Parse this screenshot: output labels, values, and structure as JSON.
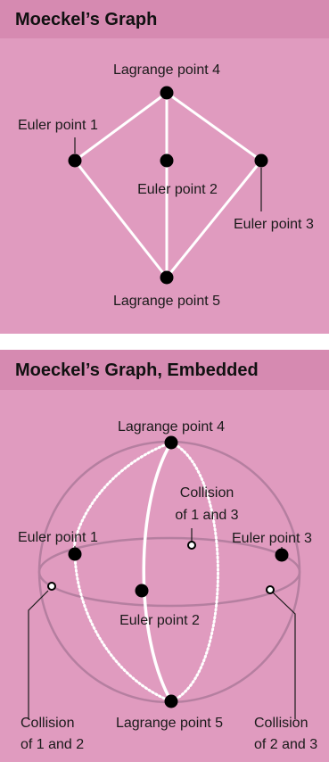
{
  "panel1": {
    "title": "Moeckel’s Graph",
    "labels": {
      "lagrange4": "Lagrange point 4",
      "euler1": "Euler point 1",
      "euler2": "Euler point 2",
      "euler3": "Euler point 3",
      "lagrange5": "Lagrange point 5"
    }
  },
  "panel2": {
    "title": "Moeckel’s Graph, Embedded",
    "labels": {
      "lagrange4": "Lagrange point 4",
      "collision13_line1": "Collision",
      "collision13_line2": "of 1 and 3",
      "euler1": "Euler point 1",
      "euler3": "Euler point 3",
      "euler2": "Euler point 2",
      "collision12_line1": "Collision",
      "collision12_line2": "of 1 and 2",
      "lagrange5": "Lagrange point 5",
      "collision23_line1": "Collision",
      "collision23_line2": "of 2 and 3"
    }
  },
  "colors": {
    "panel_background": "#e09bbf",
    "header_background": "#d68ab1",
    "edge": "#ffffff",
    "node": "#000000",
    "sphere_outline": "#b57fa0"
  }
}
